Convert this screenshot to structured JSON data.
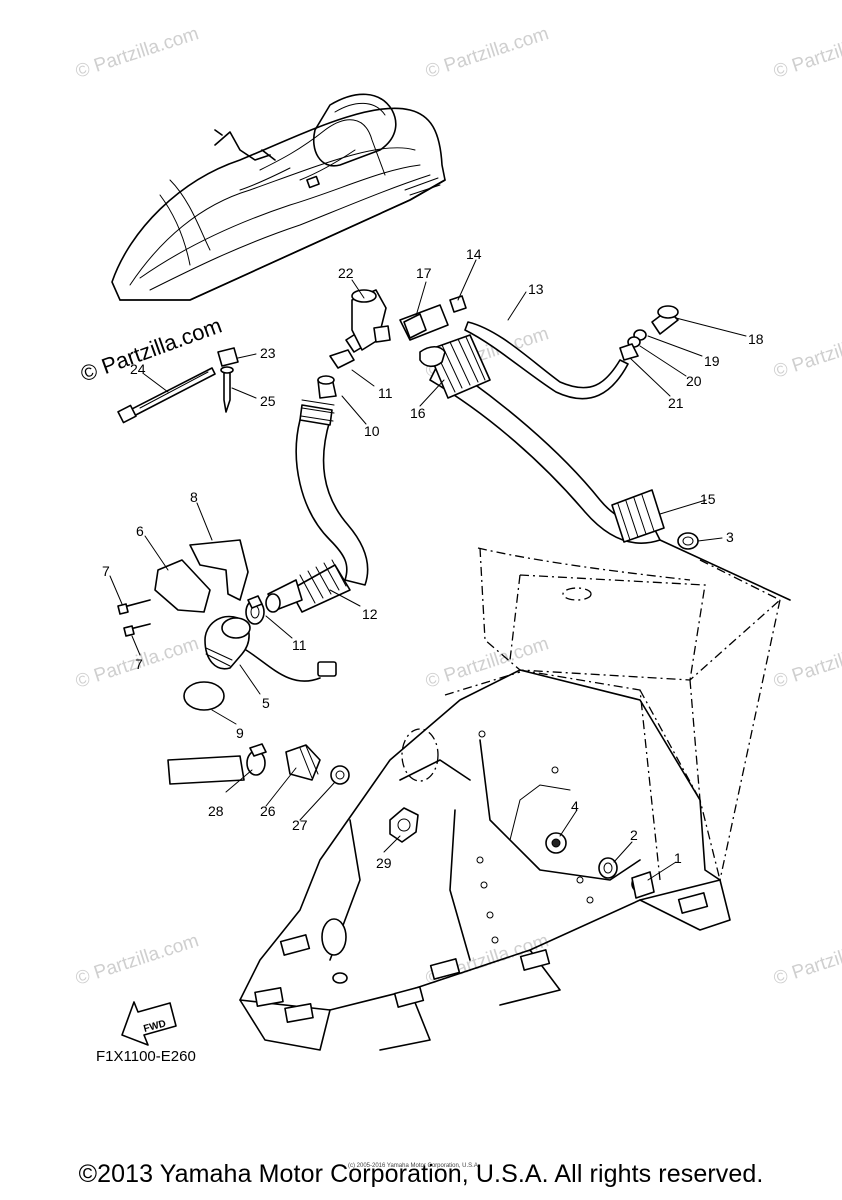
{
  "watermark": "© Partzilla.com",
  "diagram_code": "F1X1100-E260",
  "fwd_label": "FWD",
  "copyright": "©2013 Yamaha Motor Corporation, U.S.A. All rights reserved.",
  "small_copyright": "(c) 2005-2016 Yamaha Motor Corporation, U.S.A.",
  "callouts": {
    "c1": "1",
    "c2": "2",
    "c3": "3",
    "c4": "4",
    "c5": "5",
    "c6": "6",
    "c7a": "7",
    "c7b": "7",
    "c8": "8",
    "c9": "9",
    "c10": "10",
    "c11a": "11",
    "c11b": "11",
    "c12": "12",
    "c13": "13",
    "c14": "14",
    "c15": "15",
    "c16": "16",
    "c17": "17",
    "c18": "18",
    "c19": "19",
    "c20": "20",
    "c21": "21",
    "c22": "22",
    "c23": "23",
    "c24": "24",
    "c25": "25",
    "c26": "26",
    "c27": "27",
    "c28": "28",
    "c29": "29"
  }
}
